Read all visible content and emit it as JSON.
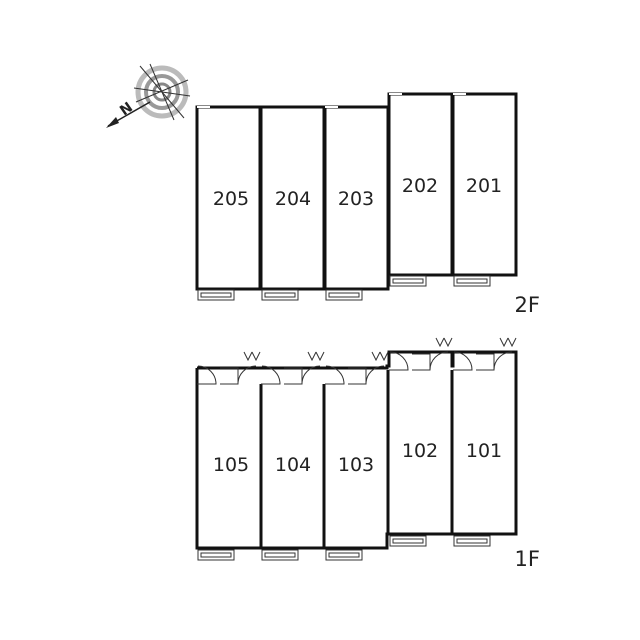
{
  "compass": {
    "north_label": "N"
  },
  "floors": [
    {
      "label": "2F",
      "units": [
        "205",
        "204",
        "203",
        "202",
        "201"
      ]
    },
    {
      "label": "1F",
      "units": [
        "105",
        "104",
        "103",
        "102",
        "101"
      ]
    }
  ]
}
